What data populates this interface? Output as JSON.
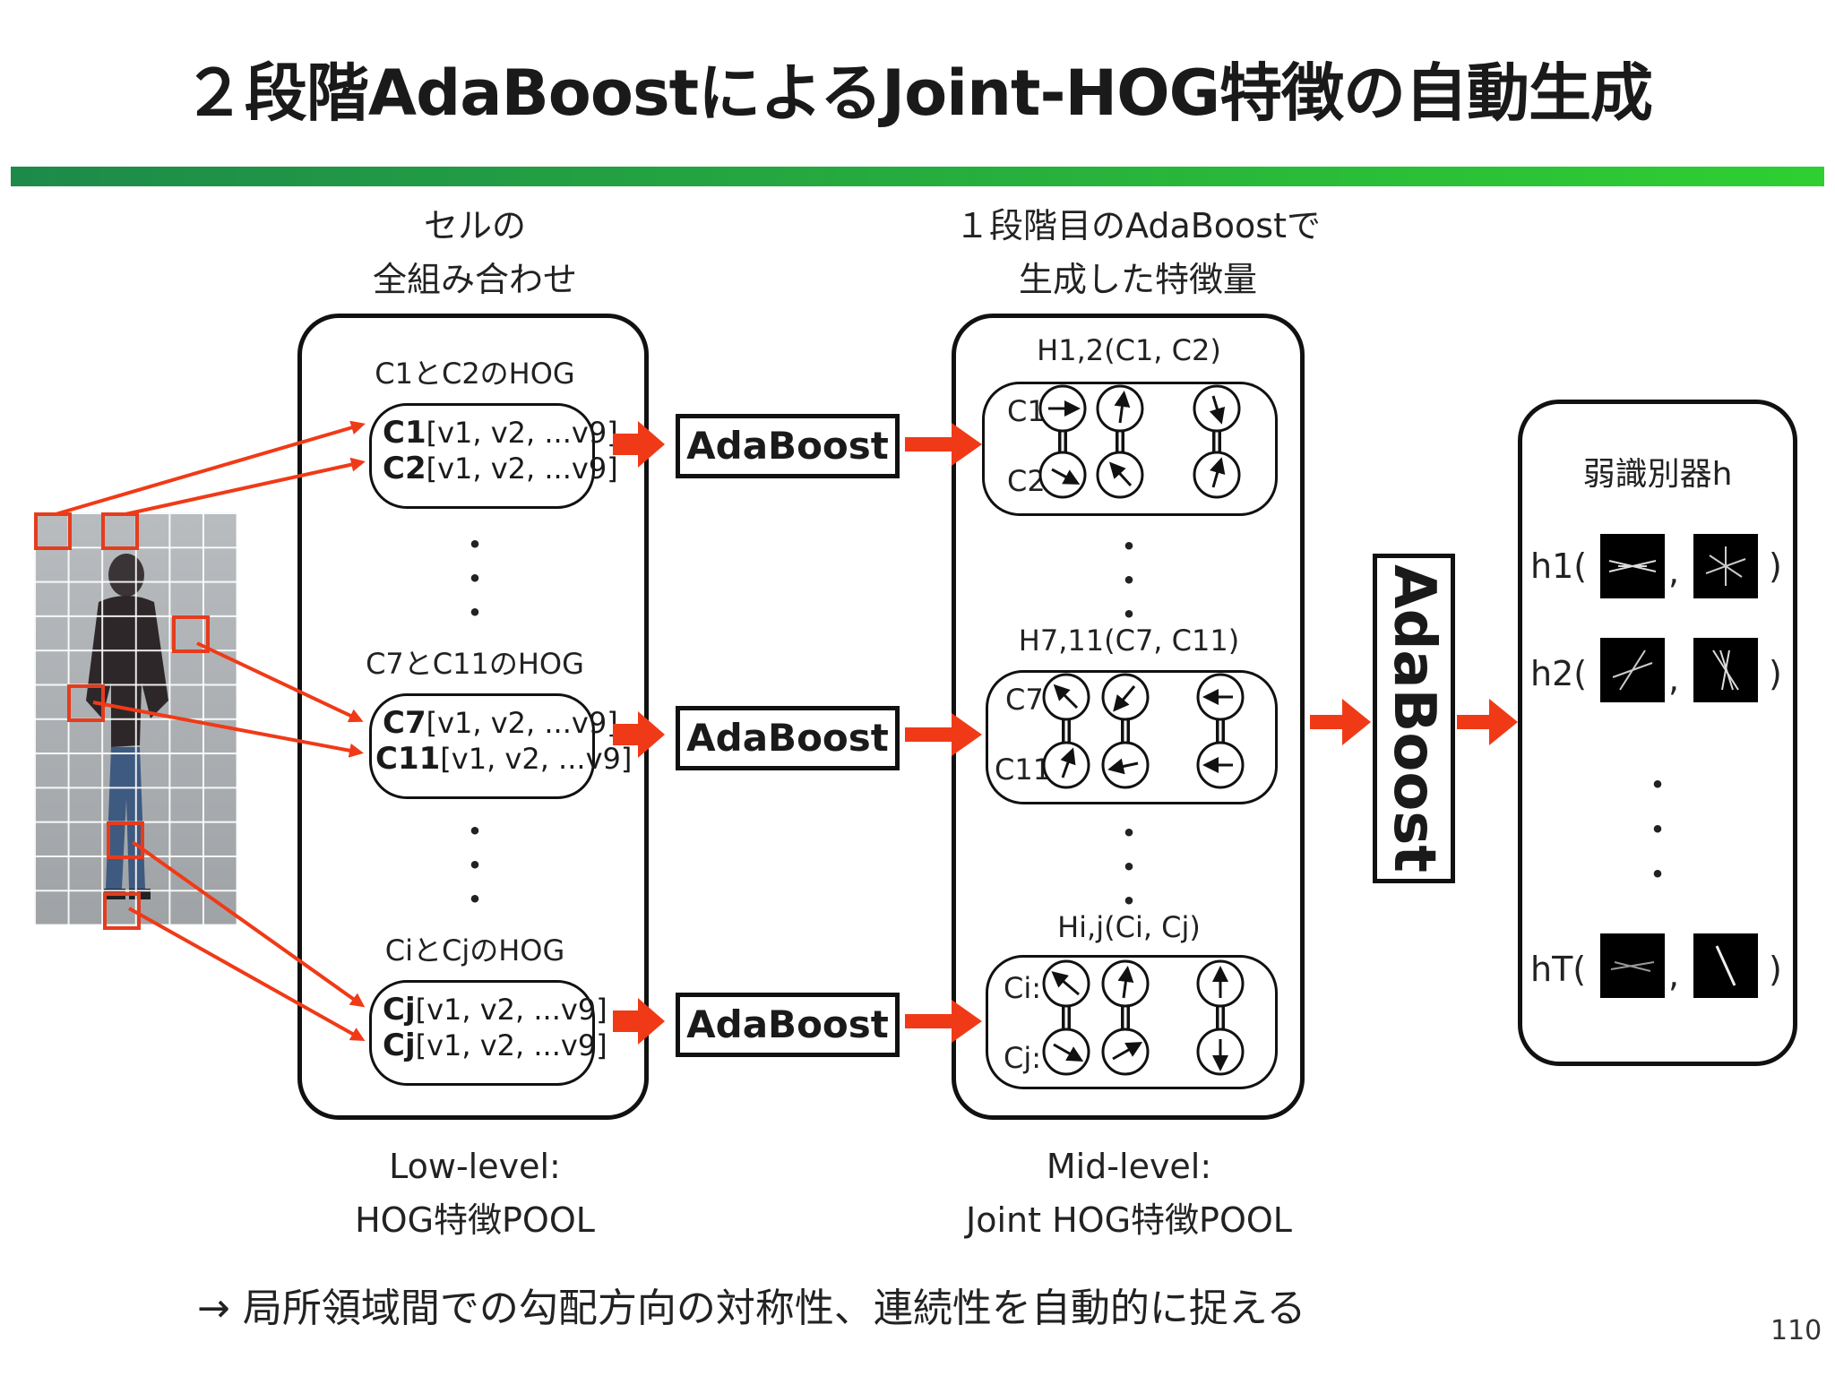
{
  "title": "２段階AdaBoostによるJoint-HOG特徴の自動生成",
  "captions": {
    "left_top": [
      "セルの",
      "全組み合わせ"
    ],
    "middle_top": [
      "１段階目のAdaBoostで",
      "生成した特徴量"
    ],
    "left_bottom": [
      "Low-level:",
      "HOG特徴POOL"
    ],
    "middle_bottom": [
      "Mid-level:",
      "Joint HOG特徴POOL"
    ]
  },
  "low_level": {
    "groups": [
      {
        "heading": "C1とC2のHOG",
        "a": "C1",
        "b": "C2",
        "vec": "[v1, v2, ...v9]"
      },
      {
        "heading": "C7とC11のHOG",
        "a": "C7",
        "b": "C11",
        "vec": "[v1, v2, ...v9]"
      },
      {
        "heading": "CiとCjのHOG",
        "a": "Cj",
        "b": "Cj",
        "vec": "[v1, v2, ...v9]"
      }
    ]
  },
  "adaboost_label": "AdaBoost",
  "mid_level": {
    "groups": [
      {
        "heading": "H1,2(C1, C2)",
        "r1": "C1:",
        "r2": "C2:"
      },
      {
        "heading": "H7,11(C7, C11)",
        "r1": "C7:",
        "r2": "C11:"
      },
      {
        "heading": "Hi,j(Ci, Cj)",
        "r1": "Ci:",
        "r2": "Cj:"
      }
    ]
  },
  "weak_classifiers": {
    "heading": "弱識別器h",
    "rows": [
      {
        "label": "h1(",
        "sep": ",",
        "close": ")"
      },
      {
        "label": "h2(",
        "sep": ",",
        "close": ")"
      },
      {
        "label": "hT(",
        "sep": ",",
        "close": ")"
      }
    ]
  },
  "dots": "・\n・\n・",
  "bottom_text": "→ 局所領域間での勾配方向の対称性、連続性を自動的に捉える",
  "page_number": "110",
  "colors": {
    "arrow": "#f03a17",
    "rule_start": "#1d8a4a",
    "rule_end": "#2fcf32"
  }
}
